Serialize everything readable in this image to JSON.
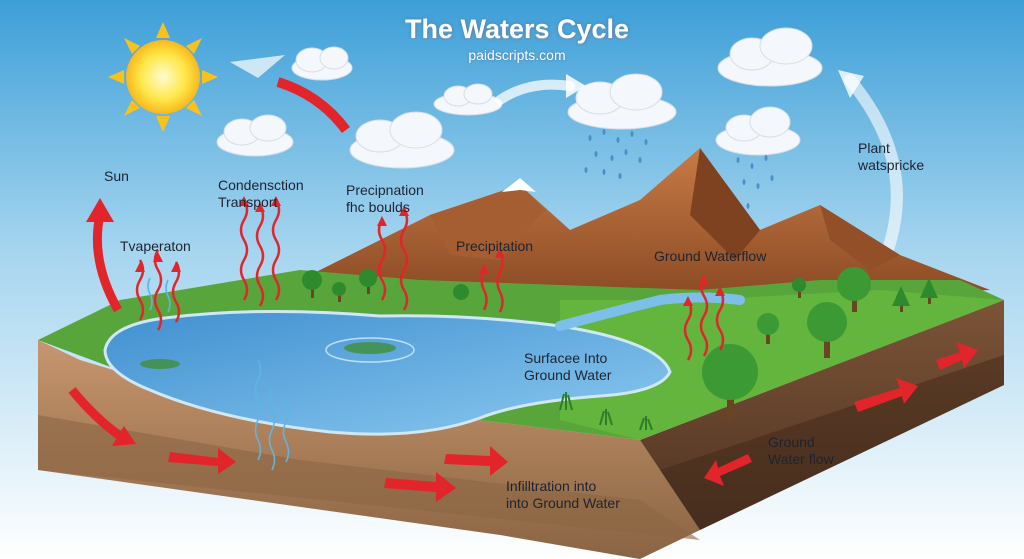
{
  "title": "The Waters Cycle",
  "subtitle": "paidscripts.com",
  "labels": {
    "sun": "Sun",
    "evaporation": "Tvaperaton",
    "condensation": "Condensction\nTransport",
    "precipitation_clouds": "Precipnation\nfhc boulds",
    "precipitation": "Precipitation",
    "ground_waterflow_top": "Ground Waterflow",
    "plant": "Plant\nwatspricke",
    "surface": "Surfacee Into\nGround Water",
    "ground_water_flow": "Ground\nWater flow",
    "infiltration": "Infilltration into\ninto Ground Water"
  },
  "colors": {
    "sky_top": "#3d9fd8",
    "sky_bottom": "#ffffff",
    "arrow_red": "#e2252b",
    "lake": "#5aa6d8",
    "grass": "#4f9a35",
    "soil": "#a77b55",
    "mountain": "#b8683a"
  }
}
